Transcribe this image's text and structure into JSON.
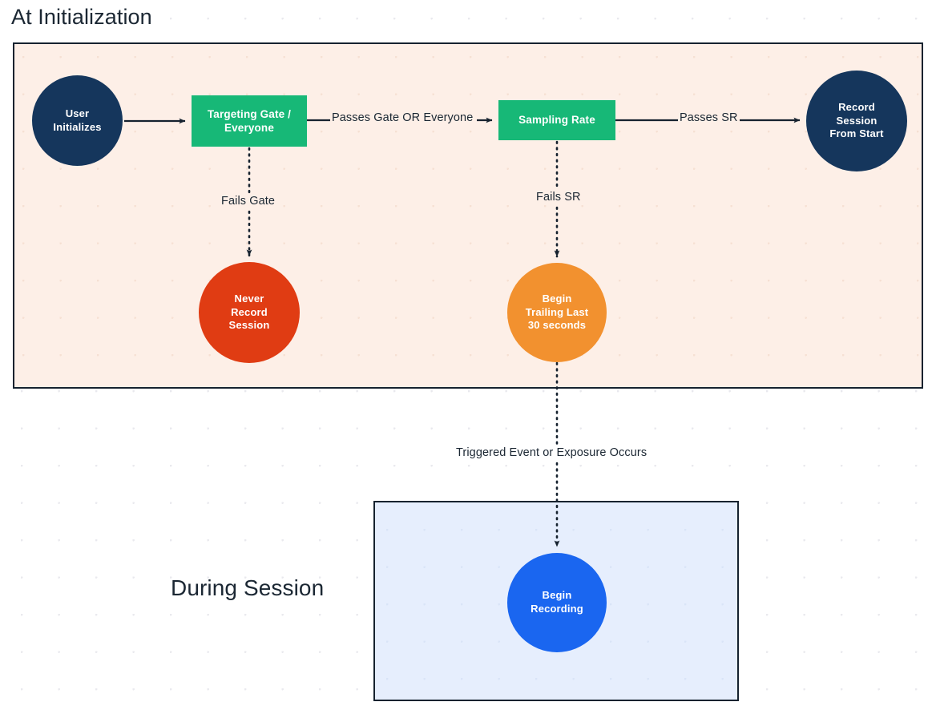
{
  "diagram": {
    "type": "flowchart",
    "sections": [
      {
        "id": "at-initialization",
        "title": "At Initialization",
        "background_color": "#fdefe7",
        "border_color": "#16222f"
      },
      {
        "id": "during-session",
        "title": "During Session",
        "background_color": "#e6eefd",
        "border_color": "#16222f"
      }
    ],
    "nodes": [
      {
        "id": "user-initializes",
        "label": "User\nInitializes",
        "line1": "User",
        "line2": "Initializes",
        "shape": "circle",
        "color": "#15365c",
        "section": "at-initialization"
      },
      {
        "id": "targeting-gate",
        "label": "Targeting Gate /\nEveryone",
        "line1": "Targeting Gate /",
        "line2": "Everyone",
        "shape": "rect",
        "color": "#17b877",
        "section": "at-initialization"
      },
      {
        "id": "sampling-rate",
        "label": "Sampling Rate",
        "line1": "Sampling Rate",
        "shape": "rect",
        "color": "#17b877",
        "section": "at-initialization"
      },
      {
        "id": "record-session-from-start",
        "label": "Record\nSession\nFrom Start",
        "line1": "Record",
        "line2": "Session",
        "line3": "From Start",
        "shape": "circle",
        "color": "#15365c",
        "section": "at-initialization"
      },
      {
        "id": "never-record-session",
        "label": "Never\nRecord\nSession",
        "line1": "Never",
        "line2": "Record",
        "line3": "Session",
        "shape": "circle",
        "color": "#e03c13",
        "section": "at-initialization"
      },
      {
        "id": "begin-trailing-last-30-seconds",
        "label": "Begin\nTrailing Last\n30 seconds",
        "line1": "Begin",
        "line2": "Trailing Last",
        "line3": "30 seconds",
        "shape": "circle",
        "color": "#f2912f",
        "section": "at-initialization"
      },
      {
        "id": "begin-recording",
        "label": "Begin\nRecording",
        "line1": "Begin",
        "line2": "Recording",
        "shape": "circle",
        "color": "#1a66f0",
        "section": "during-session"
      }
    ],
    "edges": [
      {
        "id": "user-to-gate",
        "from": "user-initializes",
        "to": "targeting-gate",
        "label": "",
        "style": "solid"
      },
      {
        "id": "gate-to-sampling",
        "from": "targeting-gate",
        "to": "sampling-rate",
        "label": "Passes Gate OR Everyone",
        "style": "solid"
      },
      {
        "id": "sampling-to-record",
        "from": "sampling-rate",
        "to": "record-session-from-start",
        "label": "Passes SR",
        "style": "solid"
      },
      {
        "id": "gate-to-never-record",
        "from": "targeting-gate",
        "to": "never-record-session",
        "label": "Fails Gate",
        "style": "dotted"
      },
      {
        "id": "sampling-to-trailing",
        "from": "sampling-rate",
        "to": "begin-trailing-last-30-seconds",
        "label": "Fails SR",
        "style": "dotted"
      },
      {
        "id": "trailing-to-begin-recording",
        "from": "begin-trailing-last-30-seconds",
        "to": "begin-recording",
        "label": "Triggered Event or Exposure Occurs",
        "style": "dotted"
      }
    ],
    "colors": {
      "navy": "#15365c",
      "green": "#17b877",
      "red": "#e03c13",
      "orange": "#f2912f",
      "blue": "#1a66f0",
      "pink_panel": "#fdefe7",
      "blue_panel": "#e6eefd",
      "stroke": "#16222f",
      "text": "#1b2733"
    }
  }
}
